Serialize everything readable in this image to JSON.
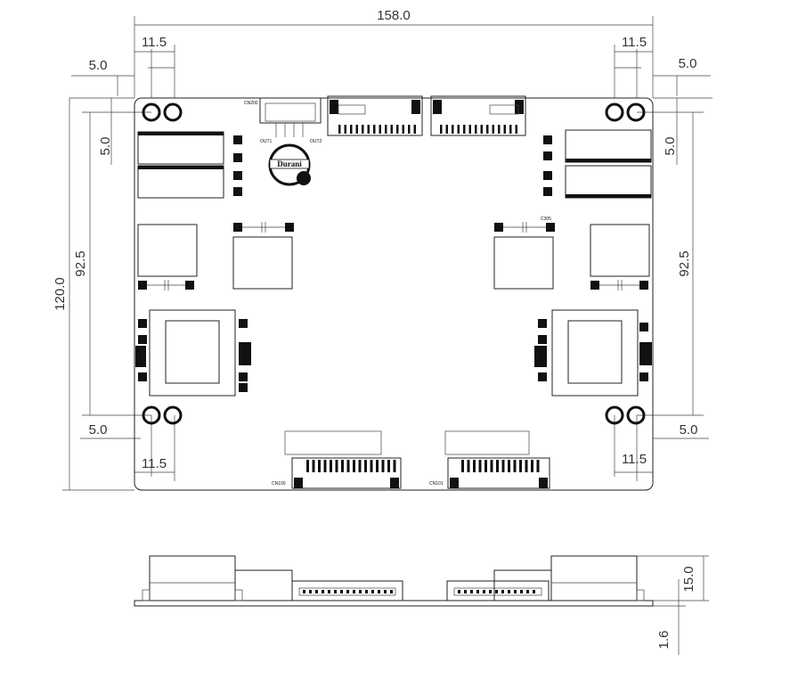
{
  "dimensions": {
    "width": "158.0",
    "offset_top_left": "11.5",
    "offset_top_right": "11.5",
    "edge_top_left": "5.0",
    "edge_top_right": "5.0",
    "edge_left_vertical": "5.0",
    "edge_right_vertical": "5.0",
    "height_total": "120.0",
    "hole_span_left": "92.5",
    "hole_span_right": "92.5",
    "edge_bottom_left": "5.0",
    "edge_bottom_right": "5.0",
    "offset_bottom_left": "11.5",
    "offset_bottom_right": "11.5",
    "side_height": "15.0",
    "board_thickness": "1.6"
  },
  "labels": {
    "top_connector": "CN200",
    "logo": "Durani",
    "cap_label": "C305",
    "bottom_connector_left": "CN100",
    "bottom_connector_right": "CN101",
    "out_left": "OUT1",
    "out_right": "OUT2"
  }
}
